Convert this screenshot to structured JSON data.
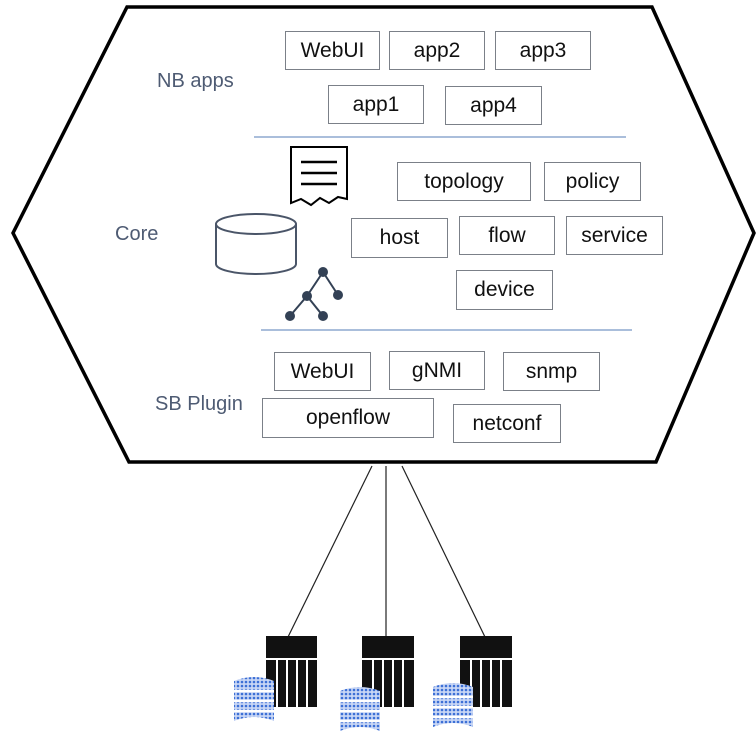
{
  "layers": {
    "nb": {
      "label": "NB apps",
      "items": [
        "WebUI",
        "app2",
        "app3",
        "app1",
        "app4"
      ]
    },
    "core": {
      "label": "Core",
      "items": [
        "topology",
        "policy",
        "host",
        "flow",
        "service",
        "device"
      ]
    },
    "sb": {
      "label": "SB Plugin",
      "items": [
        "WebUI",
        "gNMI",
        "snmp",
        "openflow",
        "netconf"
      ]
    }
  },
  "icons": [
    "document-icon",
    "database-icon",
    "tree-icon",
    "switch-icon",
    "flow-table-icon"
  ],
  "colors": {
    "outline": "#000000",
    "box_border": "#7b8088",
    "divider": "#8ea9cf",
    "label_text": "#4e5b73",
    "flow_table": "#3c6fd6",
    "tree_nodes": "#334155"
  }
}
